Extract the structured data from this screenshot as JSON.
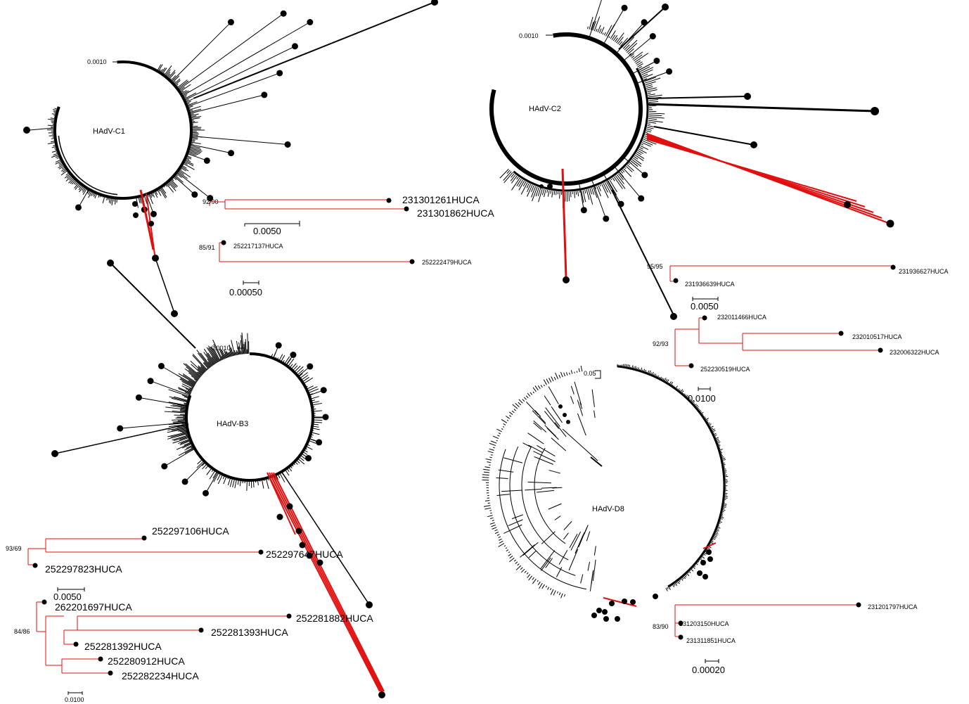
{
  "colors": {
    "highlight": "#e01010",
    "branch": "#000000"
  },
  "clades": [
    {
      "name": "HAdV-C1",
      "scale": "0.0010"
    },
    {
      "name": "HAdV-C2",
      "scale": "0.0010"
    },
    {
      "name": "HAdV-B3",
      "scale": "0.0010"
    },
    {
      "name": "HAdV-D8",
      "scale": "0.05"
    }
  ],
  "subtrees": {
    "c1": {
      "support": [
        "92/90",
        "85/91"
      ],
      "scales": [
        "0.0050",
        "0.00050"
      ],
      "tips": [
        "231301261HUCA",
        "231301862HUCA",
        "252217137HUCA",
        "252222479HUCA"
      ]
    },
    "c2": {
      "support": [
        "95/95",
        "92/93"
      ],
      "scales": [
        "0.0050",
        "0.0100"
      ],
      "tips": [
        "231936627HUCA",
        "231936639HUCA",
        "232011466HUCA",
        "232010517HUCA",
        "232006322HUCA",
        "252230519HUCA"
      ]
    },
    "b3": {
      "support": [
        "93/69",
        "84/86"
      ],
      "scales": [
        "0.0050",
        "0.0100"
      ],
      "tips": [
        "252297106HUCA",
        "252297647HUCA",
        "252297823HUCA",
        "262201697HUCA",
        "252281882HUCA",
        "252281393HUCA",
        "252281392HUCA",
        "252280912HUCA",
        "252282234HUCA"
      ]
    },
    "d8": {
      "support": [
        "83/90"
      ],
      "scales": [
        "0.00020"
      ],
      "tips": [
        "231201797HUCA",
        "231203150HUCA",
        "231311851HUCA"
      ]
    }
  }
}
